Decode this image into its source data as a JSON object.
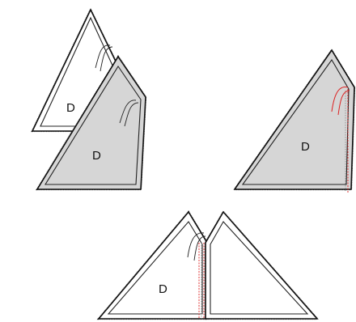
{
  "diagram": {
    "colors": {
      "fabric_right_side": "#d6d6d6",
      "fabric_wrong_side": "#ffffff",
      "outline": "#111111",
      "seam_thread": "#dd2222"
    },
    "pieces": [
      {
        "id": "step1-back",
        "label": "",
        "face": "wrong"
      },
      {
        "id": "step1-front",
        "label": "D",
        "face": "right"
      },
      {
        "id": "step1-back-letter",
        "label": "D",
        "face": "wrong"
      },
      {
        "id": "step2-folded",
        "label": "D",
        "face": "right"
      },
      {
        "id": "step3-left",
        "label": "D",
        "face": "wrong"
      },
      {
        "id": "step3-right",
        "label": "",
        "face": "wrong"
      }
    ]
  }
}
